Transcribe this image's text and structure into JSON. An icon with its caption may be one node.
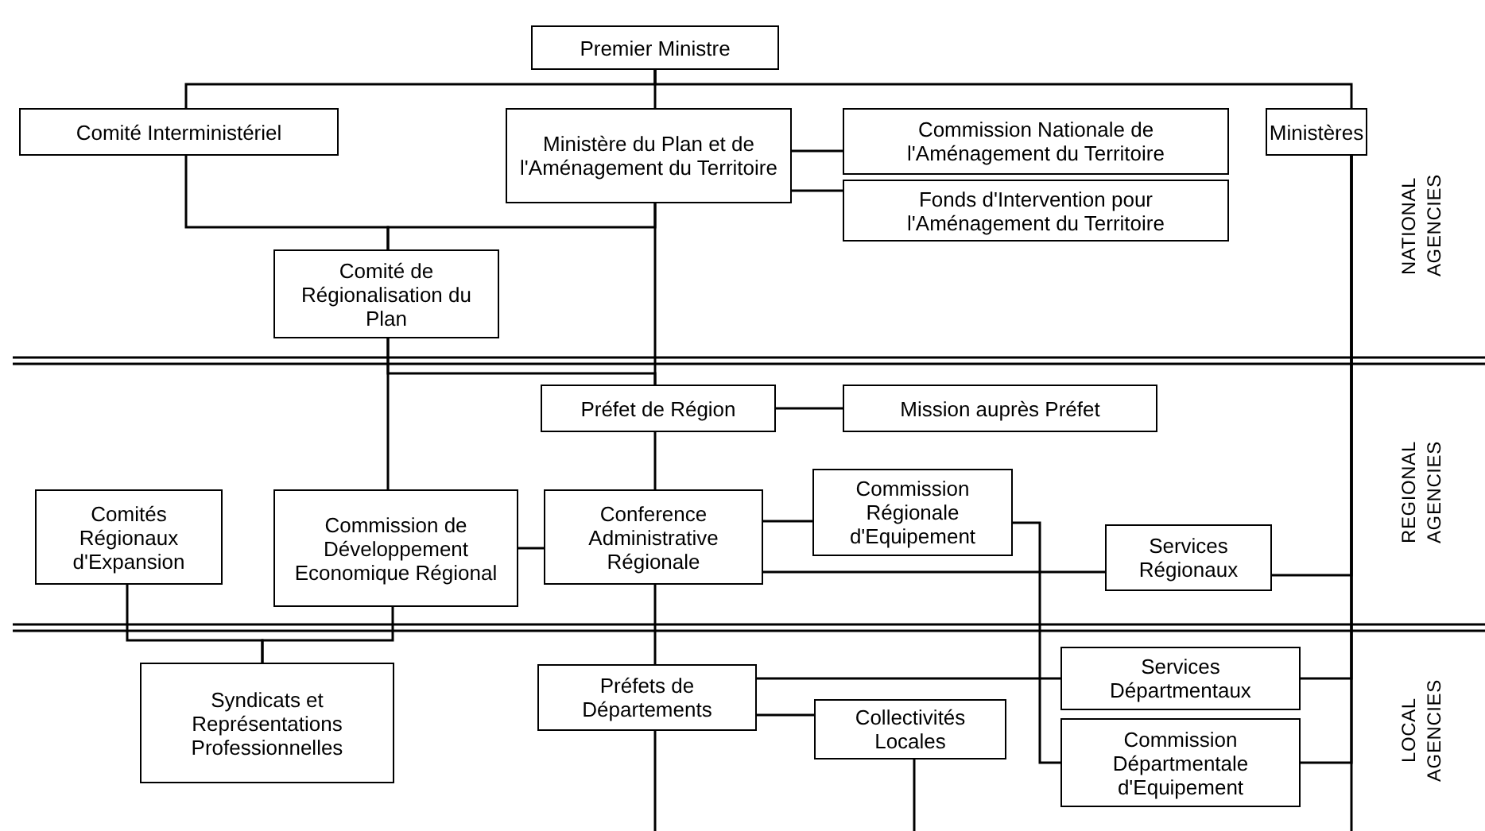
{
  "diagram": {
    "nodes": [
      {
        "text": [
          "Premier Ministre"
        ]
      },
      {
        "text": [
          "Comité Interministériel"
        ]
      },
      {
        "text": [
          "Ministère du Plan et de l'Aménagement du Territoire"
        ]
      },
      {
        "text": [
          "Commission Nationale de l'Aménagement du Territoire"
        ]
      },
      {
        "text": [
          "Fonds d'Intervention pour l'Aménagement du Territoire"
        ]
      },
      {
        "text": [
          "Ministères"
        ]
      },
      {
        "text": [
          "Comité de Régionalisation du Plan"
        ]
      },
      {
        "text": [
          "Préfet de Région"
        ]
      },
      {
        "text": [
          "Mission auprès Préfet"
        ]
      },
      {
        "text": [
          "Comités Régionaux d'Expansion"
        ]
      },
      {
        "text": [
          "Commission de Développement Economique Régional"
        ]
      },
      {
        "text": [
          "Conference Administrative Régionale"
        ]
      },
      {
        "text": [
          "Commission Régionale d'Equipement"
        ]
      },
      {
        "text": [
          "Services Régionaux"
        ]
      },
      {
        "text": [
          "Syndicats et Représentations Professionnelles"
        ]
      },
      {
        "text": [
          "Préfets de Départements"
        ]
      },
      {
        "text": [
          "Collectivités Locales"
        ]
      },
      {
        "text": [
          "Services Départmentaux"
        ]
      },
      {
        "text": [
          "Commission Départmentale d'Equipement"
        ]
      }
    ],
    "edges": [
      {
        "from": 0,
        "to": 1,
        "arrow": "none"
      },
      {
        "from": 0,
        "to": 2,
        "arrow": "none"
      },
      {
        "from": 0,
        "to": 5,
        "arrow": "none"
      },
      {
        "from": 2,
        "to": 3,
        "arrow": "none"
      },
      {
        "from": 2,
        "to": 4,
        "arrow": "none"
      },
      {
        "from": 1,
        "to": 6,
        "arrow": "none"
      },
      {
        "from": 2,
        "to": 6,
        "arrow": "none"
      },
      {
        "from": 2,
        "to": 7,
        "arrow": "none"
      },
      {
        "from": 6,
        "to": 10,
        "arrow": "none"
      },
      {
        "from": 6,
        "to": 7,
        "arrow": "none"
      },
      {
        "from": 7,
        "to": 8,
        "arrow": "none"
      },
      {
        "from": 7,
        "to": 11,
        "arrow": "none"
      },
      {
        "from": 10,
        "to": 11,
        "arrow": "none"
      },
      {
        "from": 11,
        "to": 12,
        "arrow": "none"
      },
      {
        "from": 11,
        "to": 13,
        "arrow": "none"
      },
      {
        "from": 5,
        "to": 13,
        "arrow": "none"
      },
      {
        "from": 12,
        "to": 18,
        "arrow": "none"
      },
      {
        "from": 9,
        "to": 14,
        "arrow": "none"
      },
      {
        "from": 10,
        "to": 14,
        "arrow": "none"
      },
      {
        "from": 11,
        "to": 15,
        "arrow": "none"
      },
      {
        "from": 15,
        "to": 17,
        "arrow": "none"
      },
      {
        "from": 15,
        "to": 16,
        "arrow": "none"
      },
      {
        "from": 5,
        "to": 17,
        "arrow": "none"
      },
      {
        "from": 5,
        "to": 18,
        "arrow": "none"
      },
      {
        "from": 15,
        "to": null,
        "arrow": "none"
      },
      {
        "from": 16,
        "to": null,
        "arrow": "none"
      },
      {
        "from": 5,
        "to": null,
        "arrow": "none"
      }
    ],
    "labels": [
      "NATIONAL AGENCIES",
      "REGIONAL AGENCIES",
      "LOCAL AGENCIES"
    ]
  }
}
